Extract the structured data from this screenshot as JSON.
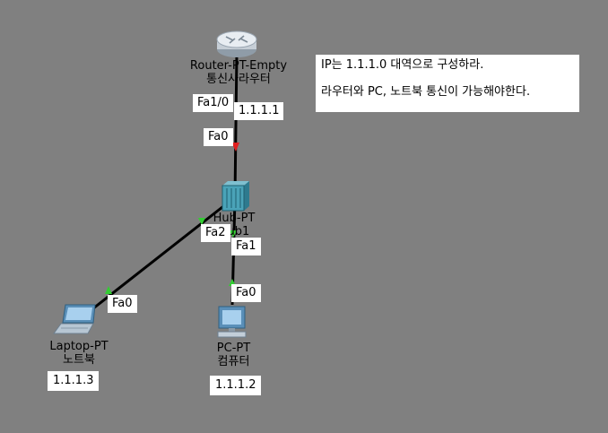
{
  "devices": {
    "router": {
      "model": "Router-PT-Empty",
      "name": "통신사라우터",
      "icon": "router-icon"
    },
    "hub": {
      "model": "Hub-PT",
      "name": "Hub1",
      "icon": "hub-icon"
    },
    "laptop": {
      "model": "Laptop-PT",
      "name": "노트북",
      "ip": "1.1.1.3",
      "icon": "laptop-icon"
    },
    "pc": {
      "model": "PC-PT",
      "name": "컴퓨터",
      "ip": "1.1.1.2",
      "icon": "pc-icon"
    }
  },
  "router_ip": "1.1.1.1",
  "ports": {
    "router_fa10": "Fa1/0",
    "hub_fa0": "Fa0",
    "hub_fa2": "Fa2",
    "hub_fa1": "Fa1",
    "pc_fa0": "Fa0",
    "laptop_fa0": "Fa0"
  },
  "note": {
    "line1": "IP는 1.1.1.0 대역으로 구성하라.",
    "line2": "라우터와 PC, 노트북 통신이 가능해야한다."
  },
  "colors": {
    "background": "#808080",
    "link": "#000000",
    "link_up": "#33cc33",
    "link_down": "#e02020"
  }
}
